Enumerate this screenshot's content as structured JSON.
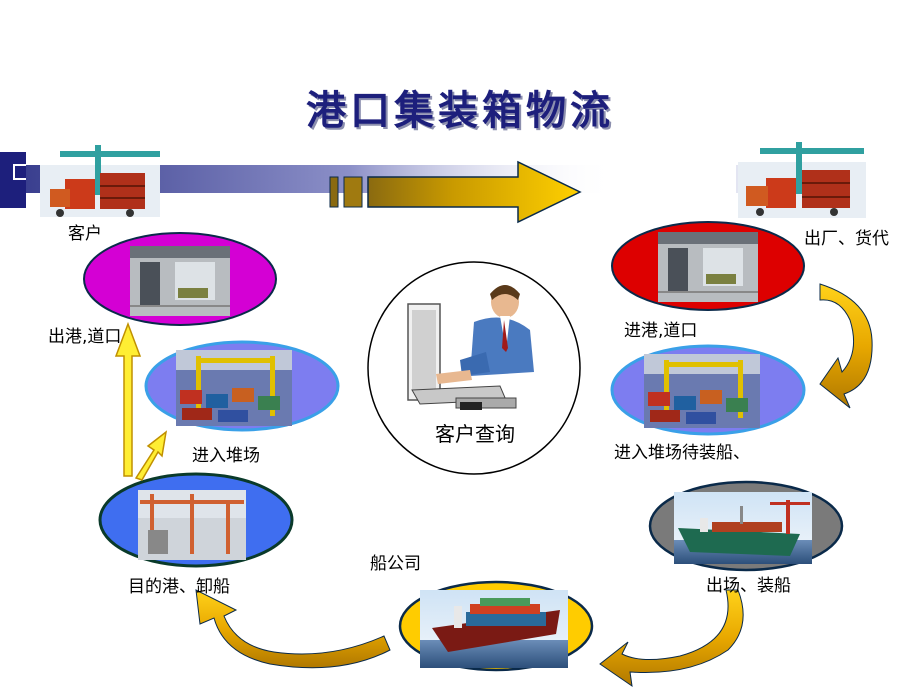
{
  "title": "港口集装箱物流",
  "labels": {
    "customer": "客户",
    "outbound_gate": "出港,道口",
    "enter_yard": "进入堆场",
    "dest_port": "目的港、卸船",
    "shipping_co": "船公司",
    "factory_forwarder": "出厂、货代",
    "inbound_gate": "进港,道口",
    "yard_wait": "进入堆场待装船、",
    "exit_load": "出场、装船",
    "query": "客户查询"
  },
  "colors": {
    "title": "#1d1f7c",
    "magenta_node": "#d400d4",
    "blue_node": "#3366ff",
    "red_node": "#dd0000",
    "gray_node": "#7a7a7a",
    "gold_node": "#ffcc00",
    "arrow": "#f0b400",
    "outline": "#0a2a4a"
  },
  "icons": [
    "crane-icon",
    "computer-user-icon",
    "container-ship-icon",
    "container-yard-icon",
    "warehouse-icon"
  ]
}
